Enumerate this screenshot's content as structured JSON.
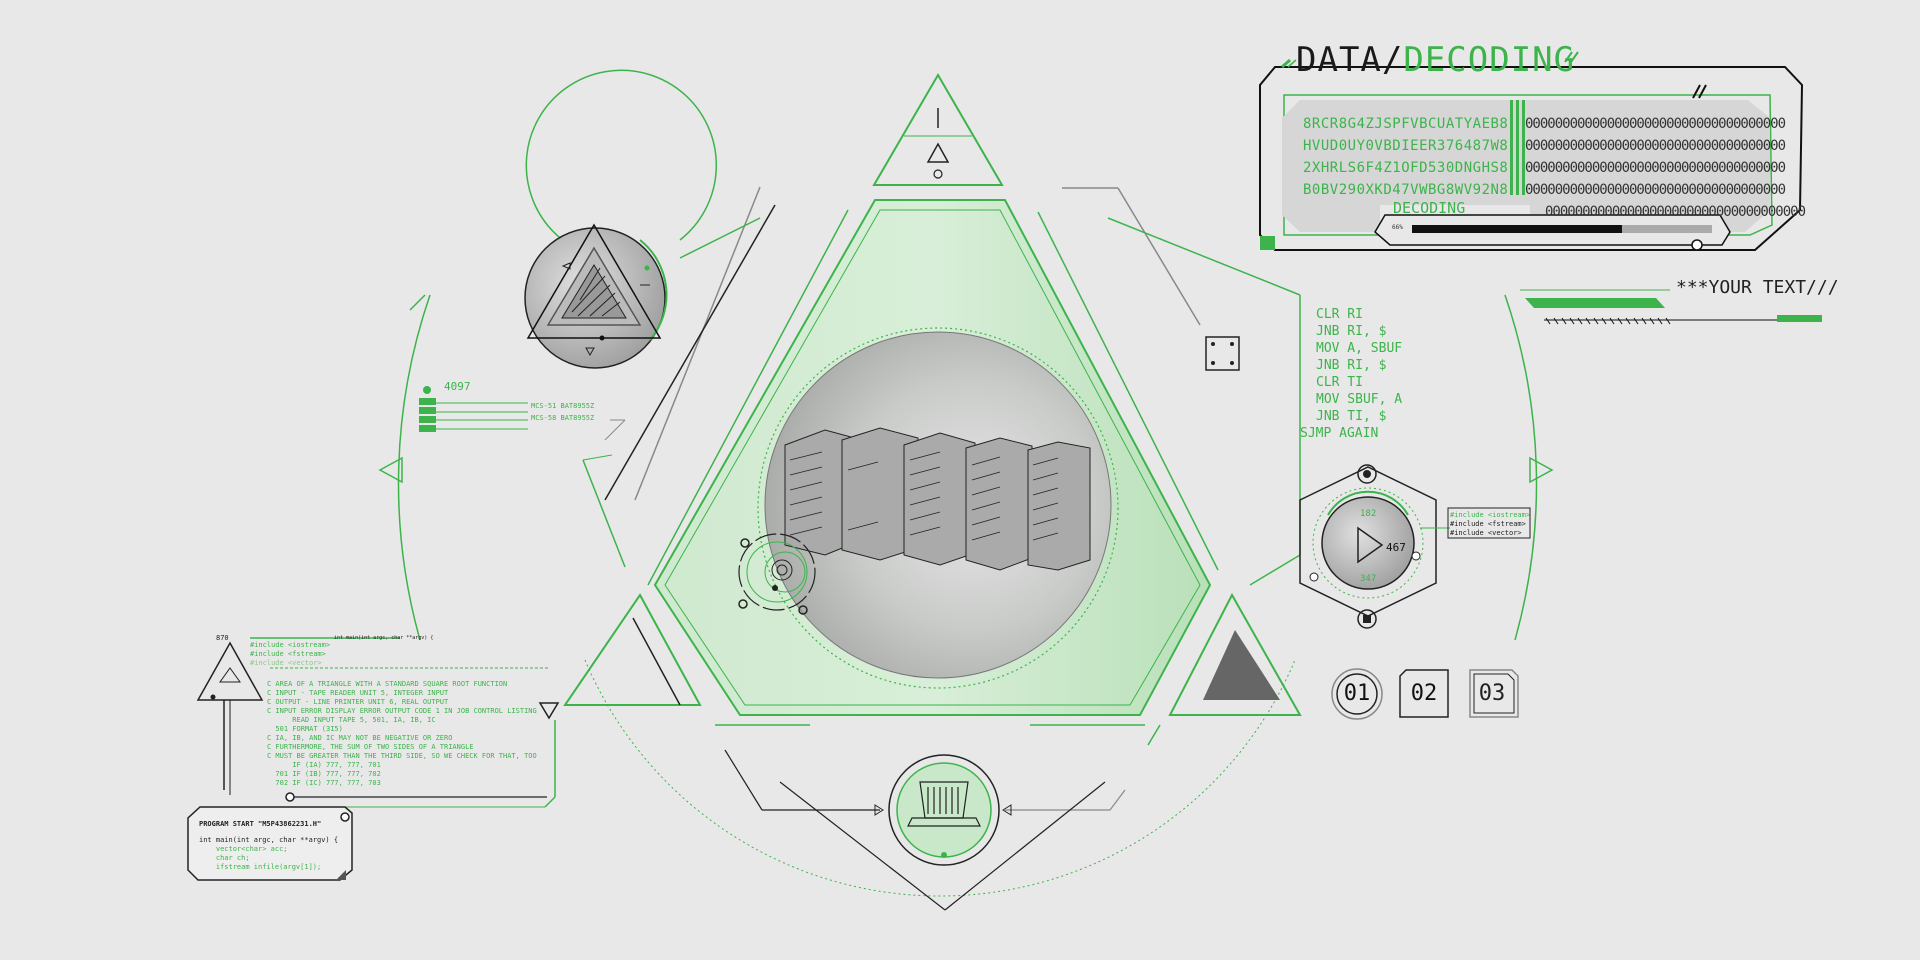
{
  "title": {
    "part1": "DATA/",
    "part2": "DECODING"
  },
  "decoding": {
    "rows": [
      "8RCR8G4ZJSPFVBCUATYAEB8",
      "HVUD0UY0VBDIEER376487W8",
      "2XHRLS6F4Z1OFD530DNGHS8",
      "B0BV290XKD47VWBG8WV92N8"
    ],
    "boxes": "00000000000000000000000000000000000",
    "label": "DECODING",
    "mini": "66%",
    "progress": 0.7
  },
  "your_text": "***YOUR TEXT///",
  "assembly": [
    "CLR RI",
    "JNB RI, $",
    "MOV A, SBUF",
    "JNB RI, $",
    "CLR TI",
    "MOV SBUF, A",
    "JNB TI, $",
    "SJMP AGAIN"
  ],
  "left_counter": "4097",
  "mcs_labels": [
    "MCS-51 BAT8955Z",
    "MCS-58 BAT8955Z"
  ],
  "player": {
    "top": "182",
    "center": "467",
    "bottom": "347"
  },
  "includes_right": [
    "#include <iostream>",
    "#include <fstream>",
    "#include <vector>"
  ],
  "includes_left": [
    "#include <iostream>",
    "#include <fstream>",
    "#include <vector>"
  ],
  "left_header": "870",
  "left_header_note": "int main(int argc, char **argv) {",
  "fortran": [
    "C AREA OF A TRIANGLE WITH A STANDARD SQUARE ROOT FUNCTION",
    "C INPUT - TAPE READER UNIT 5, INTEGER INPUT",
    "C OUTPUT - LINE PRINTER UNIT 6, REAL OUTPUT",
    "C INPUT ERROR DISPLAY ERROR OUTPUT CODE 1 IN JOB CONTROL LISTING",
    "      READ INPUT TAPE 5, 501, IA, IB, IC",
    "  501 FORMAT (3I5)",
    "C IA, IB, AND IC MAY NOT BE NEGATIVE OR ZERO",
    "C FURTHERMORE, THE SUM OF TWO SIDES OF A TRIANGLE",
    "C MUST BE GREATER THAN THE THIRD SIDE, SO WE CHECK FOR THAT, TOO",
    "      IF (IA) 777, 777, 701",
    "  701 IF (IB) 777, 777, 702",
    "  702 IF (IC) 777, 777, 703"
  ],
  "program": {
    "start": "PROGRAM START \"M5P43862231.H\"",
    "lines": [
      "int main(int argc, char **argv) {",
      "    vector<char> acc;",
      "    char ch;",
      "    ifstream infile(argv[1]);"
    ]
  },
  "numbers": [
    "01",
    "02",
    "03"
  ],
  "colors": {
    "accent": "#3cb44b",
    "line": "#1a1a1a",
    "background": "#e8e8e8"
  }
}
